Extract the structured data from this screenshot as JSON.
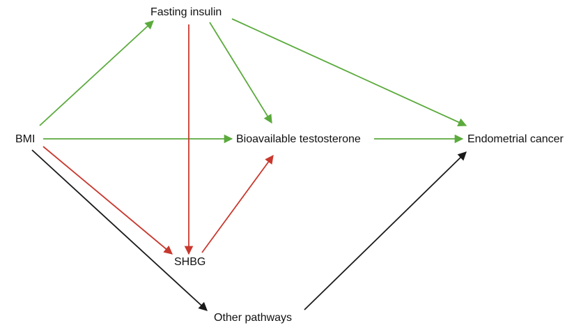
{
  "nodes": {
    "fasting_insulin": "Fasting insulin",
    "bmi": "BMI",
    "bioavailable_testosterone": "Bioavailable testosterone",
    "endometrial_cancer": "Endometrial cancer",
    "shbg": "SHBG",
    "other_pathways": "Other pathways"
  },
  "colors": {
    "positive": "#5aaa3c",
    "negative": "#c8382e",
    "other": "#1a1a1a"
  },
  "edges": [
    {
      "from": "bmi",
      "to": "fasting_insulin",
      "color": "positive"
    },
    {
      "from": "bmi",
      "to": "bioavailable_testosterone",
      "color": "positive"
    },
    {
      "from": "bmi",
      "to": "shbg",
      "color": "negative"
    },
    {
      "from": "bmi",
      "to": "other_pathways",
      "color": "other"
    },
    {
      "from": "fasting_insulin",
      "to": "shbg",
      "color": "negative"
    },
    {
      "from": "fasting_insulin",
      "to": "bioavailable_testosterone",
      "color": "positive"
    },
    {
      "from": "fasting_insulin",
      "to": "endometrial_cancer",
      "color": "positive"
    },
    {
      "from": "shbg",
      "to": "bioavailable_testosterone",
      "color": "negative"
    },
    {
      "from": "bioavailable_testosterone",
      "to": "endometrial_cancer",
      "color": "positive"
    },
    {
      "from": "other_pathways",
      "to": "endometrial_cancer",
      "color": "other"
    }
  ]
}
